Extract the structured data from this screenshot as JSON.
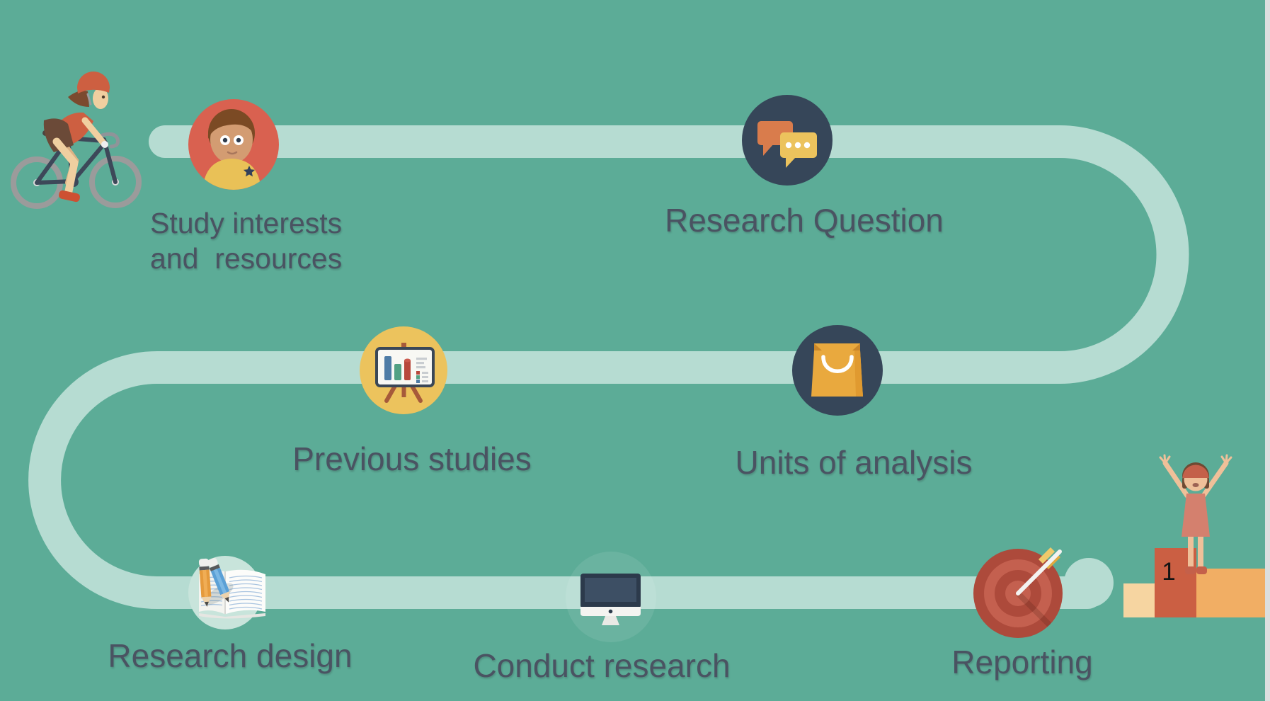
{
  "palette": {
    "background": "#5cac97",
    "path": "#b6dcd2",
    "label_text": "#4a5362",
    "step_red": "#d96150",
    "step_navy": "#364659",
    "step_yellow": "#ecc35d",
    "halo_mint": "#c8e4db",
    "halo_soft": "rgba(255,255,255,0.09)",
    "target_red_dark": "#ad4a3b",
    "target_red_light": "#c4604f",
    "podium_cream": "#f6d5a1",
    "podium_red": "#cb5f43",
    "podium_orange": "#f1ae64",
    "edge_strip": "#dcdfdf"
  },
  "steps": [
    {
      "key": "study-interests",
      "label": "Study interests\nand  resources",
      "icon": "child-avatar-icon"
    },
    {
      "key": "research-question",
      "label": "Research Question",
      "icon": "speech-bubbles-icon"
    },
    {
      "key": "previous-studies",
      "label": "Previous studies",
      "icon": "bar-chart-easel-icon"
    },
    {
      "key": "units-of-analysis",
      "label": "Units of analysis",
      "icon": "shopping-bag-icon"
    },
    {
      "key": "research-design",
      "label": "Research design",
      "icon": "open-book-pencils-icon"
    },
    {
      "key": "conduct-research",
      "label": "Conduct research",
      "icon": "desktop-computer-icon"
    },
    {
      "key": "reporting",
      "label": "Reporting",
      "icon": "dartboard-arrow-icon"
    }
  ],
  "podium": {
    "first_place_label": "1"
  },
  "decorations": [
    "cyclist-illustration",
    "winner-on-podium-illustration",
    "path-end-dot"
  ]
}
